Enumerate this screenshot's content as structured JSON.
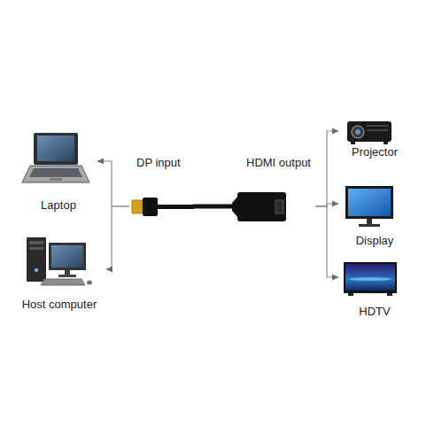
{
  "diagram": {
    "nodes": [
      {
        "text": [
          "Laptop"
        ]
      },
      {
        "text": [
          "Host computer"
        ]
      },
      {
        "text": [
          "DP input"
        ]
      },
      {
        "text": [
          "HDMI output"
        ]
      },
      {
        "text": [
          "Projector"
        ]
      },
      {
        "text": [
          "Display"
        ]
      },
      {
        "text": [
          "HDTV"
        ]
      }
    ],
    "edges": [
      {
        "from": 2,
        "to": 0,
        "arrow": "to"
      },
      {
        "from": 2,
        "to": 1,
        "arrow": "to"
      },
      {
        "from": 2,
        "to": 3,
        "arrow": "none"
      },
      {
        "from": 3,
        "to": 4,
        "arrow": "to"
      },
      {
        "from": 3,
        "to": 5,
        "arrow": "to"
      },
      {
        "from": 3,
        "to": 6,
        "arrow": "to"
      }
    ]
  }
}
